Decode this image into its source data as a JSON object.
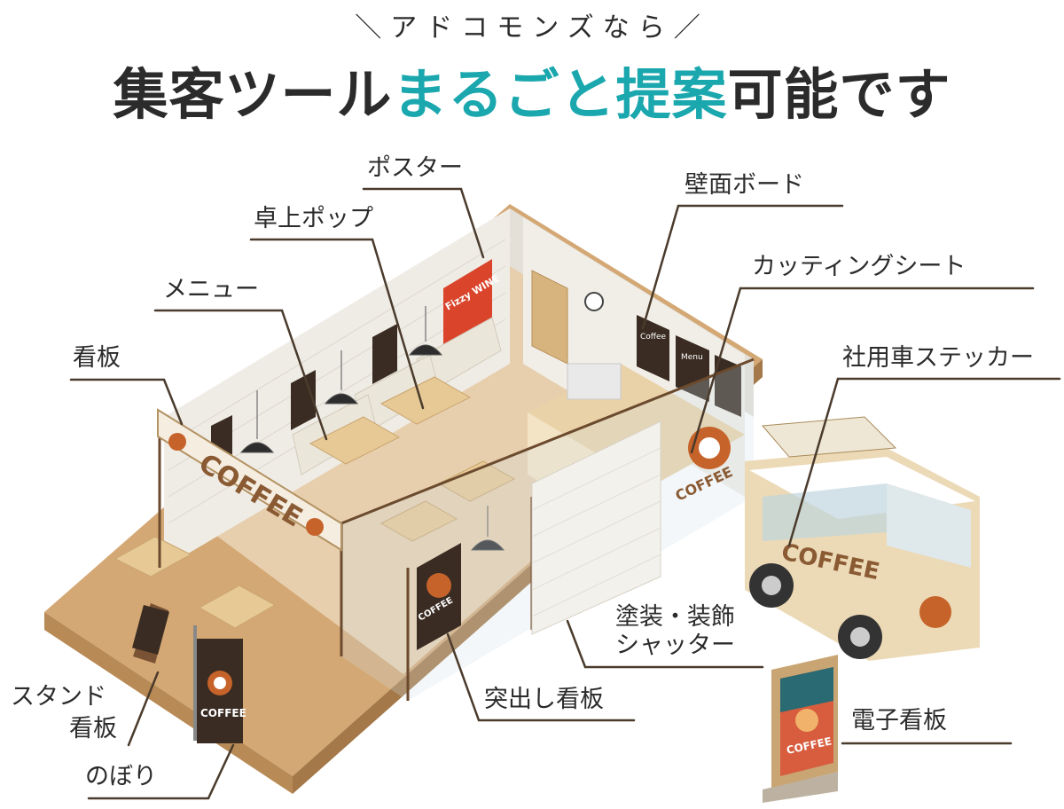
{
  "header": {
    "subtitle": "＼アドコモンズなら／",
    "headline_part1": "集客ツール",
    "headline_accent": "まるごと提案",
    "headline_part2": "可能です"
  },
  "colors": {
    "accent": "#1aa7ae",
    "text": "#2b2b2b",
    "leader_line": "#4a3b2c",
    "floor": "#dcb98c",
    "wall": "#eeeae3",
    "sign_brown": "#5a3a26"
  },
  "signage": {
    "store_sign": "COFFEE",
    "truck_sign": "COFFEE",
    "cut_sheet_sign": "COFFEE",
    "projecting_sign": "COFFEE",
    "flag_sign": "COFFEE",
    "digital_sign": "COFFEE",
    "poster_text": "Fizzy WINE",
    "menu_text": "Menu",
    "chalk_text": "Coffee"
  },
  "labels": {
    "poster": "ポスター",
    "table_pop": "卓上ポップ",
    "menu": "メニュー",
    "signboard": "看板",
    "wall_board": "壁面ボード",
    "cutting_sheet": "カッティングシート",
    "vehicle_sticker": "社用車ステッカー",
    "shutter_line1": "塗装・装飾",
    "shutter_line2": "シャッター",
    "stand_line1": "スタンド",
    "stand_line2": "看板",
    "projecting_sign": "突出し看板",
    "digital_signage": "電子看板",
    "banner_flag": "のぼり"
  }
}
